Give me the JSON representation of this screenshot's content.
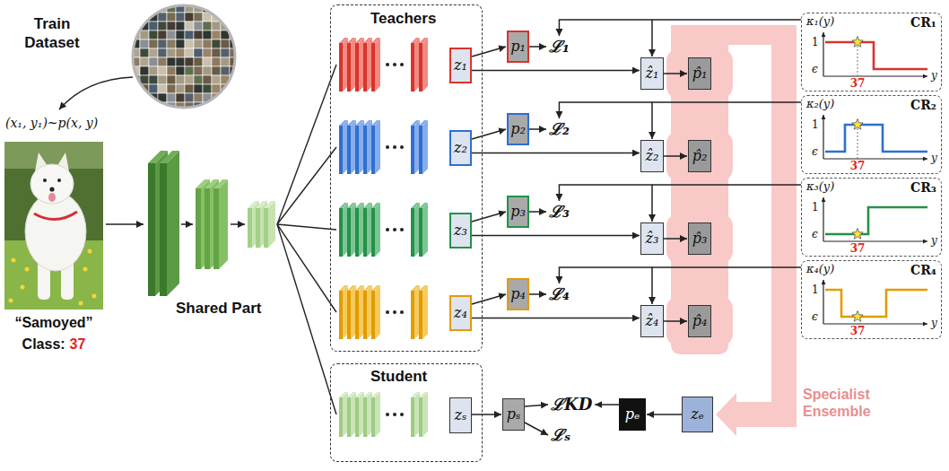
{
  "diagram": {
    "nodes": [
      {
        "text": [
          "Teachers"
        ]
      },
      {
        "text": [
          "z₁"
        ],
        "in": 0
      },
      {
        "text": [
          "z₂"
        ],
        "in": 0
      },
      {
        "text": [
          "z₃"
        ],
        "in": 0
      },
      {
        "text": [
          "z₄"
        ],
        "in": 0
      },
      {
        "text": [
          "p₁"
        ]
      },
      {
        "text": [
          "p₂"
        ]
      },
      {
        "text": [
          "p₃"
        ]
      },
      {
        "text": [
          "p₄"
        ]
      },
      {
        "text": [
          "ẑ₁"
        ]
      },
      {
        "text": [
          "ẑ₂"
        ]
      },
      {
        "text": [
          "ẑ₃"
        ]
      },
      {
        "text": [
          "ẑ₄"
        ]
      },
      {
        "text": [
          "Specialist Ensemble"
        ]
      },
      {
        "text": [
          "p̂₁"
        ],
        "in": 13
      },
      {
        "text": [
          "p̂₂"
        ],
        "in": 13
      },
      {
        "text": [
          "p̂₃"
        ],
        "in": 13
      },
      {
        "text": [
          "p̂₄"
        ],
        "in": 13
      },
      {
        "text": [
          "CR₁",
          "κ₁(y)",
          "1",
          "ϵ",
          "37",
          "y"
        ]
      },
      {
        "text": [
          "CR₂",
          "κ₂(y)",
          "1",
          "ϵ",
          "37",
          "y"
        ]
      },
      {
        "text": [
          "CR₃",
          "κ₃(y)",
          "1",
          "ϵ",
          "37",
          "y"
        ]
      },
      {
        "text": [
          "CR₄",
          "κ₄(y)",
          "1",
          "ϵ",
          "37",
          "y"
        ]
      },
      {
        "text": [
          "Student"
        ]
      },
      {
        "text": [
          "zₛ"
        ],
        "in": 22
      },
      {
        "text": [
          "pₛ"
        ]
      },
      {
        "text": [
          "pₑ"
        ]
      },
      {
        "text": [
          "zₑ"
        ]
      }
    ],
    "edges": [
      {
        "from": 1,
        "to": 5,
        "arrow": "to"
      },
      {
        "from": 2,
        "to": 6,
        "arrow": "to"
      },
      {
        "from": 3,
        "to": 7,
        "arrow": "to"
      },
      {
        "from": 4,
        "to": 8,
        "arrow": "to"
      },
      {
        "from": 1,
        "to": 9,
        "arrow": "to"
      },
      {
        "from": 2,
        "to": 10,
        "arrow": "to"
      },
      {
        "from": 3,
        "to": 11,
        "arrow": "to"
      },
      {
        "from": 4,
        "to": 12,
        "arrow": "to"
      },
      {
        "from": 9,
        "to": 14,
        "arrow": "to"
      },
      {
        "from": 10,
        "to": 15,
        "arrow": "to"
      },
      {
        "from": 11,
        "to": 16,
        "arrow": "to"
      },
      {
        "from": 12,
        "to": 17,
        "arrow": "to"
      },
      {
        "from": 18,
        "to": 9,
        "arrow": "to"
      },
      {
        "from": 19,
        "to": 10,
        "arrow": "to"
      },
      {
        "from": 20,
        "to": 11,
        "arrow": "to"
      },
      {
        "from": 21,
        "to": 12,
        "arrow": "to"
      },
      {
        "from": 23,
        "to": 24,
        "arrow": "to"
      },
      {
        "from": 26,
        "to": 25,
        "arrow": "to"
      },
      {
        "from": 13,
        "to": 26,
        "arrow": "to"
      }
    ],
    "labels": [
      "Train Dataset",
      "(x₁, y₁)~p(x, y)",
      "“Samoyed”",
      "Class:",
      "37",
      "Shared Part",
      "ℒ₁",
      "ℒ₂",
      "ℒ₃",
      "ℒ₄",
      "ℒKD",
      "ℒₛ"
    ]
  }
}
